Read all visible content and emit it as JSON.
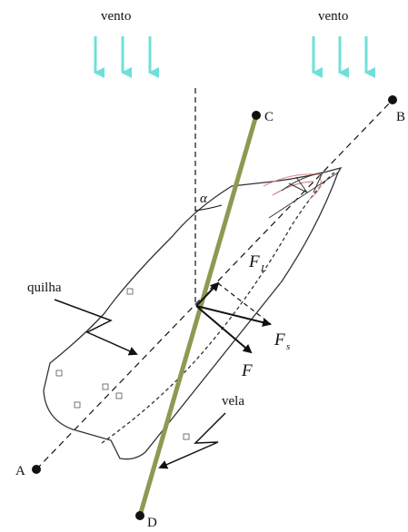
{
  "labels": {
    "wind_left": "vento",
    "wind_right": "vento",
    "point_a": "A",
    "point_b": "B",
    "point_c": "C",
    "point_d": "D",
    "angle": "α",
    "keel": "quilha",
    "sail": "vela",
    "force_lateral": "F",
    "force_lateral_sub": "L",
    "force_drag": "F",
    "force_drag_sub": "s",
    "force_total": "F"
  },
  "colors": {
    "wind_arrow": "#6fe0d9",
    "mast": "#8c9a52",
    "line": "#111111",
    "hull": "#333333"
  },
  "icons": {
    "wind": "down-arrow-icon",
    "point": "dot-marker-icon",
    "lightning": "zigzag-pointer-icon"
  }
}
